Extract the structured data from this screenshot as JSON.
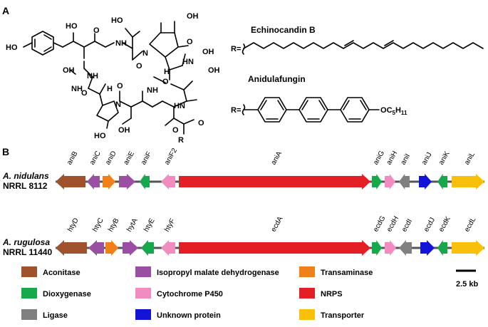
{
  "panel_a_label": "A",
  "panel_b_label": "B",
  "compounds": {
    "echinocandin": "Echinocandin B",
    "anidulafungin": "Anidulafungin",
    "r_label": "R=",
    "oc5h11": "OC5H11"
  },
  "structure_text": {
    "ho1": "HO",
    "ho2": "HO",
    "oh1": "OH",
    "ho3": "HO",
    "nh1": "NH",
    "o1": "O",
    "n1": "N",
    "h1": "H",
    "o2": "O",
    "oh2": "OH",
    "o3": "O",
    "nh2": "NH",
    "oh3": "OH",
    "hn1": "HN",
    "oh4": "OH",
    "nh3": "NH",
    "o4": "O",
    "h2": "H",
    "n2": "N",
    "o5": "O",
    "nh4": "NH",
    "o6": "O",
    "hn2": "HN",
    "o7": "O",
    "ho4": "HO",
    "oh5": "OH",
    "r": "R",
    "o8": "O"
  },
  "clusters": [
    {
      "species": "A. nidulans",
      "strain": "NRRL 8112",
      "genes": [
        {
          "name": "aniB",
          "fn": "Aconitase",
          "dir": "left"
        },
        {
          "name": "aniC",
          "fn": "Isopropyl malate dehydrogenase",
          "dir": "left"
        },
        {
          "name": "aniD",
          "fn": "Transaminase",
          "dir": "right"
        },
        {
          "name": "aniE",
          "fn": "Isopropyl malate dehydrogenase",
          "dir": "right"
        },
        {
          "name": "aniF",
          "fn": "Dioxygenase",
          "dir": "left"
        },
        {
          "name": "aniF2",
          "fn": "Cytochrome P450",
          "dir": "left"
        },
        {
          "name": "aniA",
          "fn": "NRPS",
          "dir": "right"
        },
        {
          "name": "aniG",
          "fn": "Dioxygenase",
          "dir": "right"
        },
        {
          "name": "aniH",
          "fn": "Cytochrome P450",
          "dir": "right"
        },
        {
          "name": "aniI",
          "fn": "Ligase",
          "dir": "left"
        },
        {
          "name": "aniJ",
          "fn": "Unknown protein",
          "dir": "right"
        },
        {
          "name": "aniK",
          "fn": "Dioxygenase",
          "dir": "left"
        },
        {
          "name": "aniL",
          "fn": "Transporter",
          "dir": "right"
        }
      ]
    },
    {
      "species": "A. rugulosa",
      "strain": "NRRL 11440",
      "genes": [
        {
          "name": "htyD",
          "fn": "Aconitase",
          "dir": "left"
        },
        {
          "name": "htyC",
          "fn": "Isopropyl malate dehydrogenase",
          "dir": "left"
        },
        {
          "name": "htyB",
          "fn": "Transaminase",
          "dir": "right"
        },
        {
          "name": "hytA",
          "fn": "Isopropyl malate dehydrogenase",
          "dir": "right"
        },
        {
          "name": "htyE",
          "fn": "Dioxygenase",
          "dir": "left"
        },
        {
          "name": "htyF",
          "fn": "Cytochrome P450",
          "dir": "left"
        },
        {
          "name": "ecdA",
          "fn": "NRPS",
          "dir": "right"
        },
        {
          "name": "ecdG",
          "fn": "Dioxygenase",
          "dir": "right"
        },
        {
          "name": "ecdH",
          "fn": "Cytochrome P450",
          "dir": "right"
        },
        {
          "name": "ecdI",
          "fn": "Ligase",
          "dir": "left"
        },
        {
          "name": "ecdJ",
          "fn": "Unknown protein",
          "dir": "right"
        },
        {
          "name": "ecdK",
          "fn": "Dioxygenase",
          "dir": "left"
        },
        {
          "name": "ecdL",
          "fn": "Transporter",
          "dir": "right"
        }
      ]
    }
  ],
  "legend": [
    {
      "label": "Aconitase",
      "color": "#a0522d"
    },
    {
      "label": "Isopropyl malate dehydrogenase",
      "color": "#9b4fa3"
    },
    {
      "label": "Transaminase",
      "color": "#f08019"
    },
    {
      "label": "Dioxygenase",
      "color": "#17a84b"
    },
    {
      "label": "Cytochrome P450",
      "color": "#f28cc0"
    },
    {
      "label": "NRPS",
      "color": "#e31e24"
    },
    {
      "label": "Ligase",
      "color": "#808080"
    },
    {
      "label": "Unknown protein",
      "color": "#1414d8"
    },
    {
      "label": "Transporter",
      "color": "#f8c00a"
    }
  ],
  "scale_bar": "2.5 kb"
}
